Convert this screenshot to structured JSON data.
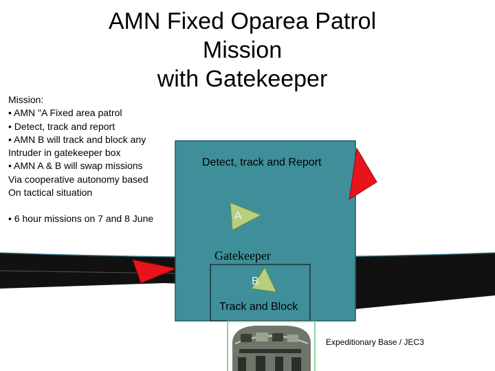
{
  "title": {
    "line1": "AMN Fixed Oparea Patrol Mission",
    "line2": "with Gatekeeper"
  },
  "mission": {
    "lines": [
      "Mission:",
      "• AMN \"A Fixed area patrol",
      "• Detect, track and report",
      "• AMN B will track and block any",
      "Intruder in gatekeeper box",
      "•  AMN A & B will swap missions",
      "Via cooperative autonomy based",
      "On tactical situation"
    ],
    "schedule": "• 6 hour missions on 7 and 8 June"
  },
  "diagram": {
    "oparea_label": "Detect, track and Report",
    "vehicle_a_label": "A",
    "gatekeeper_label": "Gatekeeper",
    "vehicle_b_label": "B",
    "gatekeeper_box_label": "Track and Block",
    "base_label": "Expeditionary Base / JEC3"
  },
  "colors": {
    "oparea_fill": "#3f8f9a",
    "oparea_border": "#1f5a66",
    "land_fill": "#111111",
    "intruder_fill": "#e8141c",
    "vehicle_fill": "#b7d07f",
    "base_outline": "#8fd19e",
    "base_photo": "#6f7568"
  }
}
